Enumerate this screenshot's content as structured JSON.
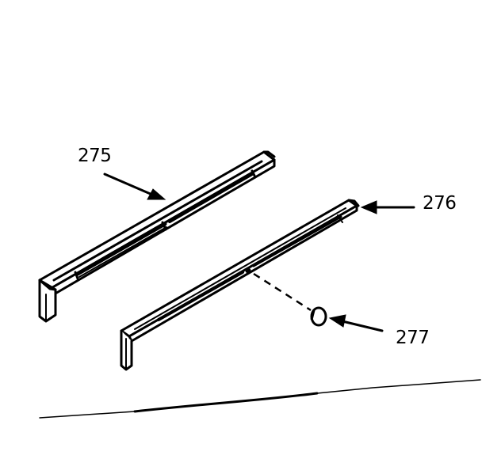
{
  "callouts": [
    {
      "id": "275"
    },
    {
      "id": "276"
    },
    {
      "id": "277"
    }
  ],
  "colors": {
    "ink": "#000000",
    "paper": "#ffffff"
  }
}
